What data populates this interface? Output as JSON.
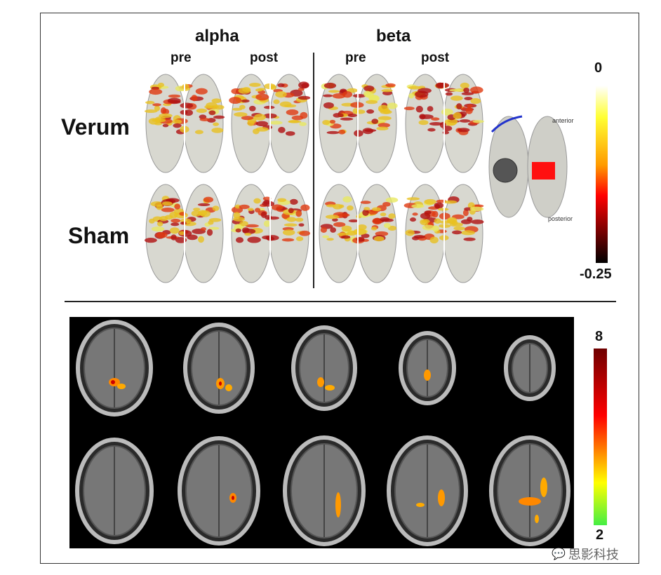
{
  "eeg_panel": {
    "bands": [
      "alpha",
      "beta"
    ],
    "conditions": [
      "pre",
      "post",
      "pre",
      "post"
    ],
    "groups": [
      "Verum",
      "Sham"
    ],
    "legend_labels": {
      "anterior": "anterior",
      "posterior": "posterior"
    },
    "colorbar": {
      "max_label": "0",
      "min_label": "-0.25",
      "colors": [
        "#ffffff",
        "#ffff00",
        "#ff9900",
        "#ff0000",
        "#000000"
      ]
    }
  },
  "mri_panel": {
    "colorbar": {
      "max_label": "8",
      "min_label": "2",
      "colors": [
        "#7a0000",
        "#ff0000",
        "#ff8000",
        "#ffff00",
        "#44ee44"
      ]
    }
  },
  "watermark": {
    "text": "思影科技"
  }
}
